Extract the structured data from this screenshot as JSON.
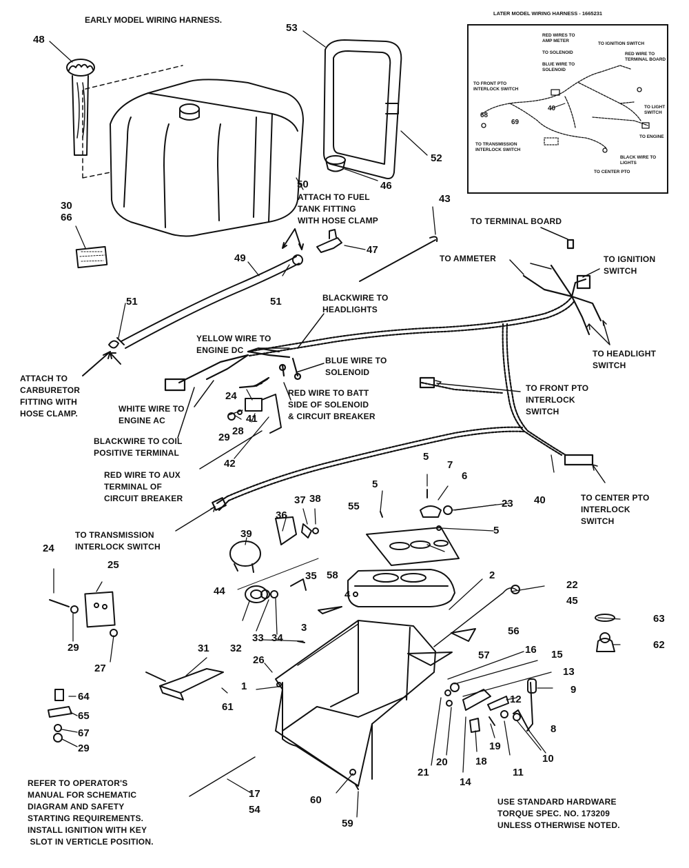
{
  "header": {
    "title": "EARLY MODEL WIRING HARNESS.",
    "inset_title": "LATER MODEL WIRING HARNESS - 1665231"
  },
  "inset_labels": {
    "red_amp": "RED WIRES TO\nAMP METER",
    "ignition": "TO IGNITION SWITCH",
    "solenoid": "TO SOLENOID",
    "red_terminal": "RED WIRE TO\nTERMINAL BOARD",
    "blue_solenoid": "BLUE WIRE TO\nSOLENOID",
    "front_pto": "TO FRONT PTO\nINTERLOCK SWITCH",
    "light_switch": "TO LIGHT\nSWITCH",
    "n68": "68",
    "n69": "69",
    "n40": "40",
    "engine": "TO ENGINE",
    "transmission": "TO TRANSMISSION\nINTERLOCK SWITCH",
    "black_lights": "BLACK WIRE TO\nLIGHTS",
    "center_pto": "TO CENTER PTO"
  },
  "labels": {
    "attach_fuel": "ATTACH TO FUEL\nTANK FITTING\nWITH HOSE CLAMP",
    "terminal_board": "TO TERMINAL BOARD",
    "ammeter": "TO AMMETER",
    "ignition_switch": "TO IGNITION\nSWITCH",
    "black_headlights": "BLACKWIRE TO\nHEADLIGHTS",
    "yellow_engine": "YELLOW WIRE TO\nENGINE DC",
    "blue_solenoid": "BLUE WIRE TO\nSOLENOID",
    "headlight_switch": "TO HEADLIGHT\nSWITCH",
    "attach_carb": "ATTACH TO\nCARBURETOR\nFITTING WITH\nHOSE CLAMP.",
    "red_batt": "RED WIRE TO BATT\nSIDE OF SOLENOID\n& CIRCUIT BREAKER",
    "white_engine": "WHITE WIRE TO\nENGINE AC",
    "front_pto": "TO FRONT PTO\nINTERLOCK\nSWITCH",
    "black_coil": "BLACKWIRE TO COIL\nPOSITIVE TERMINAL",
    "red_aux": "RED WIRE TO AUX\nTERMINAL OF\nCIRCUIT BREAKER",
    "center_pto": "TO CENTER PTO\nINTERLOCK\nSWITCH",
    "transmission": "TO TRANSMISSION\nINTERLOCK SWITCH",
    "refer": "REFER TO OPERATOR'S\nMANUAL FOR SCHEMATIC\nDIAGRAM AND SAFETY\nSTARTING REQUIREMENTS.\nINSTALL IGNITION WITH KEY\n SLOT IN VERTICLE POSITION.",
    "standard": "USE STANDARD HARDWARE\nTORQUE SPEC. NO. 173209\nUNLESS OTHERWISE NOTED."
  },
  "part_numbers": [
    "48",
    "53",
    "52",
    "46",
    "50",
    "30\n66",
    "43",
    "47",
    "49",
    "51",
    "51",
    "5",
    "7",
    "6",
    "5",
    "23",
    "5",
    "55",
    "37",
    "38",
    "36",
    "39",
    "2",
    "22\n45",
    "4",
    "58",
    "35",
    "44",
    "24",
    "25",
    "29",
    "27",
    "3",
    "56",
    "57",
    "16",
    "15",
    "13",
    "9",
    "12",
    "8",
    "10",
    "11",
    "19",
    "18",
    "14",
    "20",
    "21",
    "1",
    "26",
    "31",
    "61",
    "32",
    "33",
    "34",
    "64",
    "65",
    "67",
    "29",
    "63",
    "62",
    "17\n54",
    "60",
    "59",
    "40",
    "24",
    "41",
    "28",
    "29",
    "42"
  ]
}
